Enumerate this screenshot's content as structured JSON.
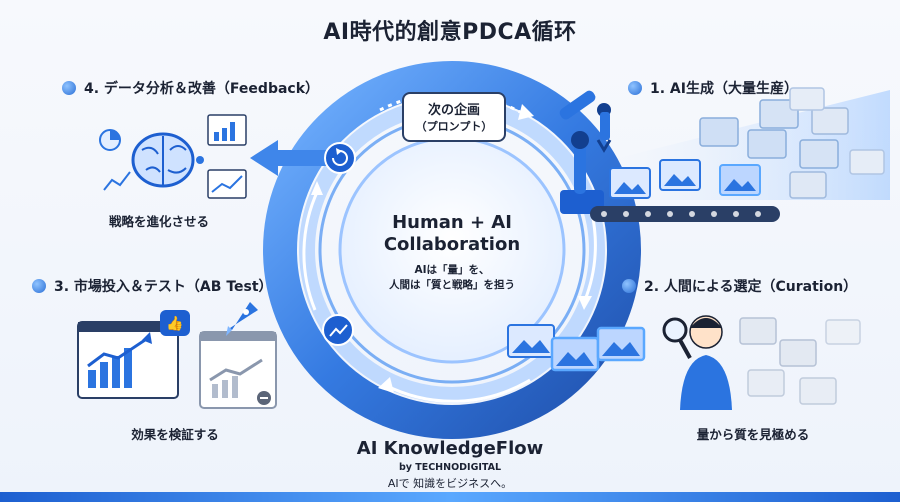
{
  "title": "AI時代的創意PDCA循环",
  "steps": {
    "s1": {
      "label": "1. AI生成（大量生産）"
    },
    "s2": {
      "label": "2. 人間による選定（Curation）",
      "caption": "量から質を見極める"
    },
    "s3": {
      "label": "3. 市場投入＆テスト（AB Test）",
      "caption": "効果を検証する"
    },
    "s4": {
      "label": "4. データ分析＆改善（Feedback）",
      "caption": "戦略を進化させる"
    }
  },
  "next": {
    "line1": "次の企画",
    "line2": "（プロンプト）"
  },
  "center": {
    "line1": "Human + AI",
    "line2": "Collaboration",
    "sub1": "AIは「量」を、",
    "sub2": "人間は「質と戦略」を担う"
  },
  "brand": {
    "name": "AI KnowledgeFlow",
    "by": "by TECHNODIGITAL",
    "tagline": "AIで 知識をビジネスへ。"
  },
  "colors": {
    "primary": "#1d5fd0",
    "light": "#7fb6ff",
    "dark": "#123f8f"
  }
}
